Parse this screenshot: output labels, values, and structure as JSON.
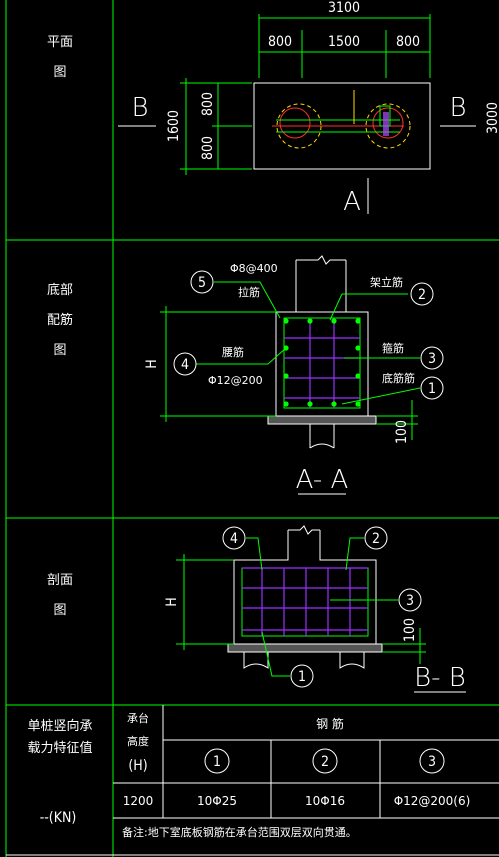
{
  "rows": {
    "plan": {
      "label_1": "平面",
      "label_2": "图"
    },
    "bottom": {
      "label_1": "底部",
      "label_2": "配筋",
      "label_3": "图"
    },
    "section": {
      "label_1": "剖面",
      "label_2": "图"
    }
  },
  "plan": {
    "total": "3100",
    "seg1": "800",
    "seg2": "1500",
    "seg3": "800",
    "height": "1600",
    "half1": "800",
    "half2": "800",
    "sec_b_left": "B",
    "sec_b_right": "B",
    "sec_a": "A",
    "right_edge": "3000"
  },
  "aa": {
    "title": "A- A",
    "h_label": "H",
    "dim_100": "100",
    "bar5_spec": "Φ8@400",
    "bar5_name": "拉筋",
    "bar2_name": "架立筋",
    "bar_waist": "腰筋",
    "bar_waist_spec": "Φ12@200",
    "bar3_name": "箍筋",
    "bar1_name": "底筋筋",
    "tags": [
      "5",
      "2",
      "4",
      "3",
      "1"
    ]
  },
  "bb": {
    "title": "B- B",
    "h_label": "H",
    "dim_100": "100",
    "tags": [
      "4",
      "2",
      "3",
      "1"
    ]
  },
  "table": {
    "left_title_1": "单桩竖向承",
    "left_title_2": "载力特征值",
    "left_value": "--(KN)",
    "h_header_1": "承台",
    "h_header_2": "高度",
    "h_header_3": "(H)",
    "rebar_header": "钢 筋",
    "col_tags": [
      "1",
      "2",
      "3"
    ],
    "h_value": "1200",
    "rebar_values": [
      "10Φ25",
      "10Φ16",
      "Φ12@200(6)"
    ],
    "note": "备注:地下室底板钢筋在承台范围双层双向贯通。"
  }
}
